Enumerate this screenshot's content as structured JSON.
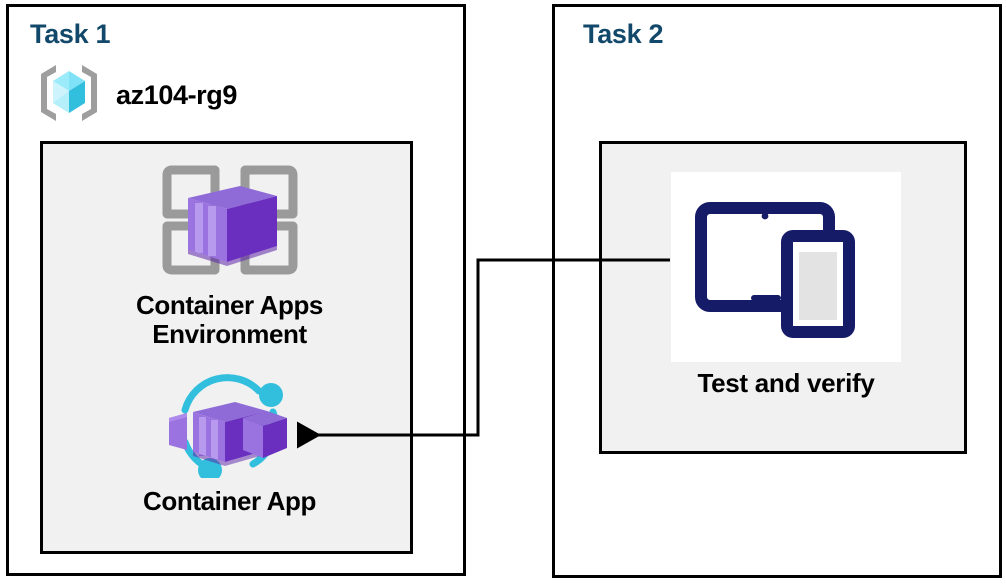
{
  "diagram": {
    "title": "Azure Container Apps task diagram",
    "background_color": "#ffffff",
    "frame_border_color": "#000000",
    "panel_fill_color": "#f1f1f1",
    "task_title_color": "#12496B",
    "label_color": "#000000",
    "connector_color": "#000000"
  },
  "task1": {
    "title": "Task 1",
    "resource_group": {
      "name": "az104-rg9",
      "icon": "resource-group-icon",
      "icon_colors": {
        "brackets": "#9E9E9E",
        "cube_light": "#9CEBFB",
        "cube_mid": "#50D5F0",
        "cube_dark": "#32BEDD"
      }
    },
    "resources": [
      {
        "label": "Container Apps\nEnvironment",
        "label_line1": "Container Apps",
        "label_line2": "Environment",
        "icon": "container-apps-environment-icon",
        "icon_colors": {
          "frame": "#9A9A9A",
          "box_light": "#9B73E0",
          "box_mid": "#8661C5",
          "box_dark": "#6B2FBF"
        }
      },
      {
        "label": "Container App",
        "icon": "container-app-icon",
        "icon_colors": {
          "accent": "#32BEDD",
          "box_light": "#9B73E0",
          "box_mid": "#8661C5",
          "box_dark": "#6B2FBF"
        }
      }
    ]
  },
  "task2": {
    "title": "Task 2",
    "resources": [
      {
        "label": "Test and verify",
        "icon": "test-and-verify-devices-icon",
        "icon_colors": {
          "device_outline": "#161B68",
          "phone_screen": "#E3E3E3",
          "tile_background": "#ffffff"
        }
      }
    ]
  },
  "connector": {
    "name": "task2-to-container-app-arrow",
    "from": "Test and verify",
    "to": "Container App",
    "arrowhead": "left",
    "style": "orthogonal-elbow",
    "color": "#000000",
    "width": 3
  }
}
